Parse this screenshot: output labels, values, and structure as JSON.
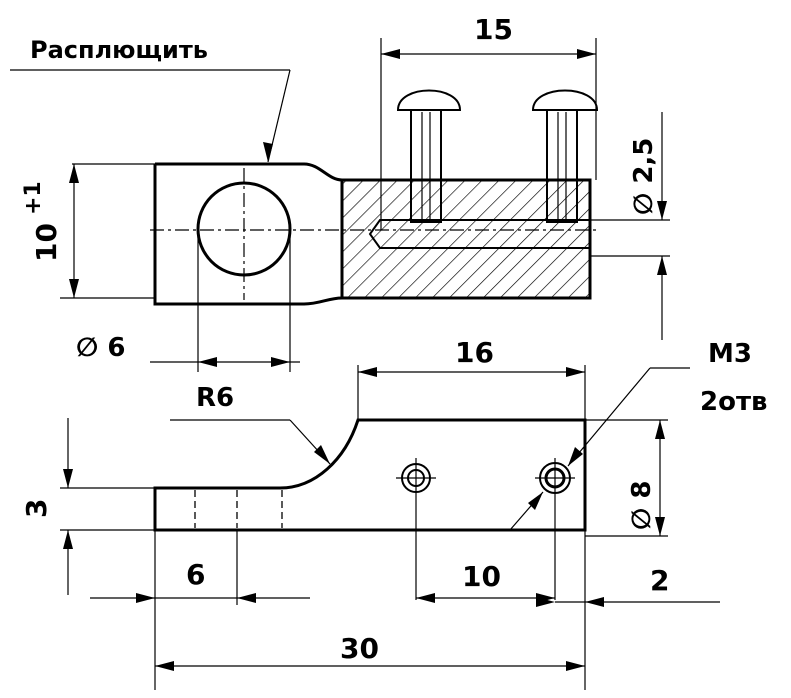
{
  "labels": {
    "flatten_note": "Расплющить",
    "height_dim": "10",
    "height_tol": "+1",
    "hole_dia": "∅ 6",
    "pin_spacing": "15",
    "pin_dia": "∅ 2,5",
    "top_len": "16",
    "thread_size": "М3",
    "thread_count": "2отв",
    "radius": "R6",
    "thickness": "3",
    "outer_dia": "∅ 8",
    "flat_len": "6",
    "hole_spacing": "10",
    "end_offset": "2",
    "total_len": "30"
  }
}
